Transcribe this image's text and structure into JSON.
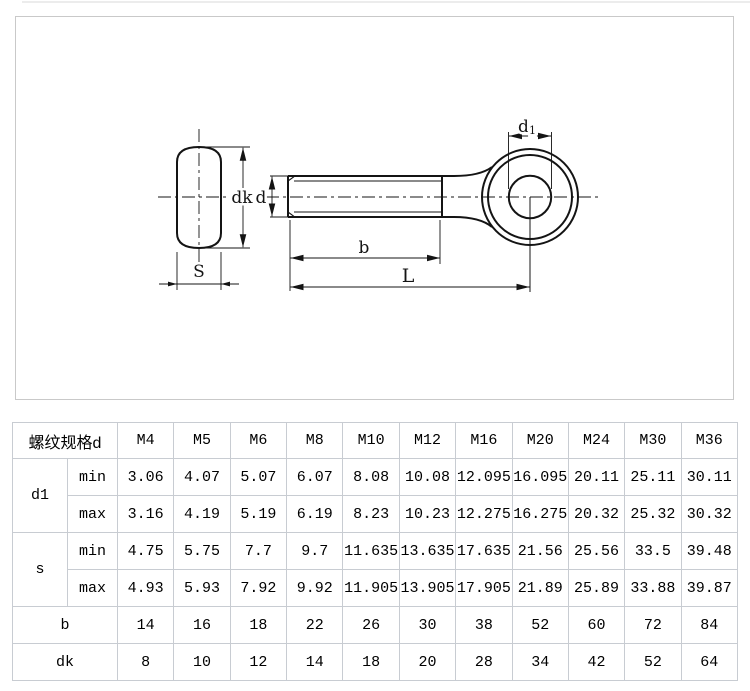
{
  "colors": {
    "line": "#141414",
    "panel_border": "#c9c9c9",
    "table_border": "#c8ccd2"
  },
  "drawing": {
    "labels": {
      "dk": "dk",
      "d": "d",
      "s": "S",
      "b": "b",
      "l": "L",
      "d1_main": "d",
      "d1_sub": "1"
    }
  },
  "table": {
    "header": {
      "label": "螺纹规格d",
      "sizes": [
        "M4",
        "M5",
        "M6",
        "M8",
        "M10",
        "M12",
        "M16",
        "M20",
        "M24",
        "M30",
        "M36"
      ]
    },
    "rows": [
      {
        "group": "d1",
        "sub": "min",
        "values": [
          "3.06",
          "4.07",
          "5.07",
          "6.07",
          "8.08",
          "10.08",
          "12.095",
          "16.095",
          "20.11",
          "25.11",
          "30.11"
        ]
      },
      {
        "group": "d1",
        "sub": "max",
        "values": [
          "3.16",
          "4.19",
          "5.19",
          "6.19",
          "8.23",
          "10.23",
          "12.275",
          "16.275",
          "20.32",
          "25.32",
          "30.32"
        ]
      },
      {
        "group": "s",
        "sub": "min",
        "values": [
          "4.75",
          "5.75",
          "7.7",
          "9.7",
          "11.635",
          "13.635",
          "17.635",
          "21.56",
          "25.56",
          "33.5",
          "39.48"
        ]
      },
      {
        "group": "s",
        "sub": "max",
        "values": [
          "4.93",
          "5.93",
          "7.92",
          "9.92",
          "11.905",
          "13.905",
          "17.905",
          "21.89",
          "25.89",
          "33.88",
          "39.87"
        ]
      },
      {
        "group": "b",
        "values": [
          "14",
          "16",
          "18",
          "22",
          "26",
          "30",
          "38",
          "52",
          "60",
          "72",
          "84"
        ]
      },
      {
        "group": "dk",
        "values": [
          "8",
          "10",
          "12",
          "14",
          "18",
          "20",
          "28",
          "34",
          "42",
          "52",
          "64"
        ]
      }
    ]
  }
}
